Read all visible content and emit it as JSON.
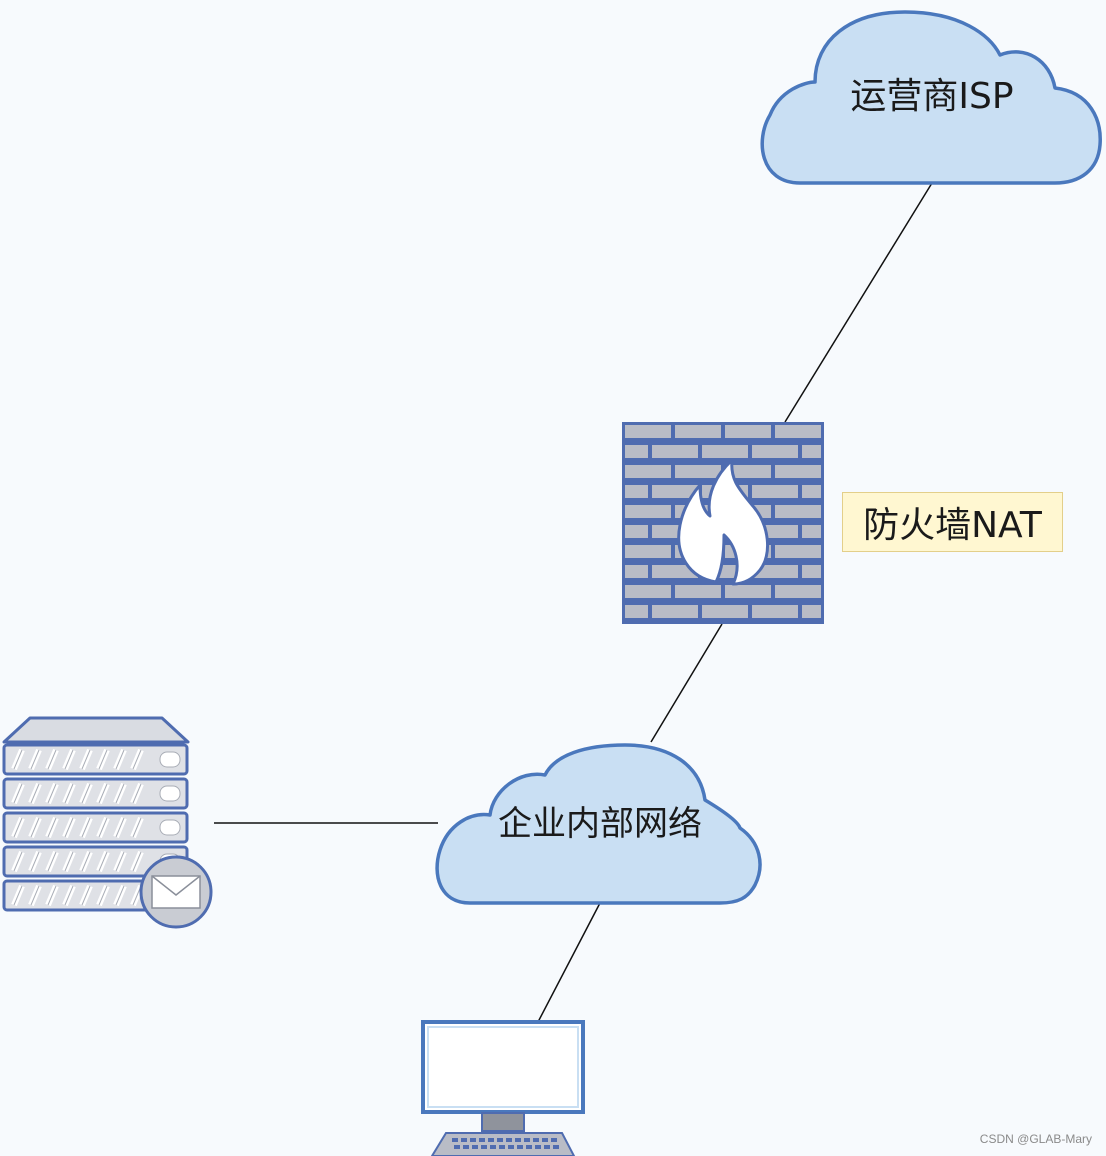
{
  "nodes": {
    "isp_cloud": {
      "label": "运营商ISP"
    },
    "firewall": {
      "label": "防火墙NAT"
    },
    "internal_cloud": {
      "label": "企业内部网络"
    },
    "mail_server": {
      "icon": "mail-server-icon"
    },
    "workstation": {
      "icon": "desktop-computer-icon"
    }
  },
  "watermark": "CSDN @GLAB-Mary",
  "colors": {
    "cloud_fill": "#c9dff3",
    "cloud_stroke": "#4a78bd",
    "brick_fill": "#b9bcc6",
    "brick_mortar": "#4f6cb0",
    "label_bg": "#fff7d1",
    "line": "#111111"
  }
}
